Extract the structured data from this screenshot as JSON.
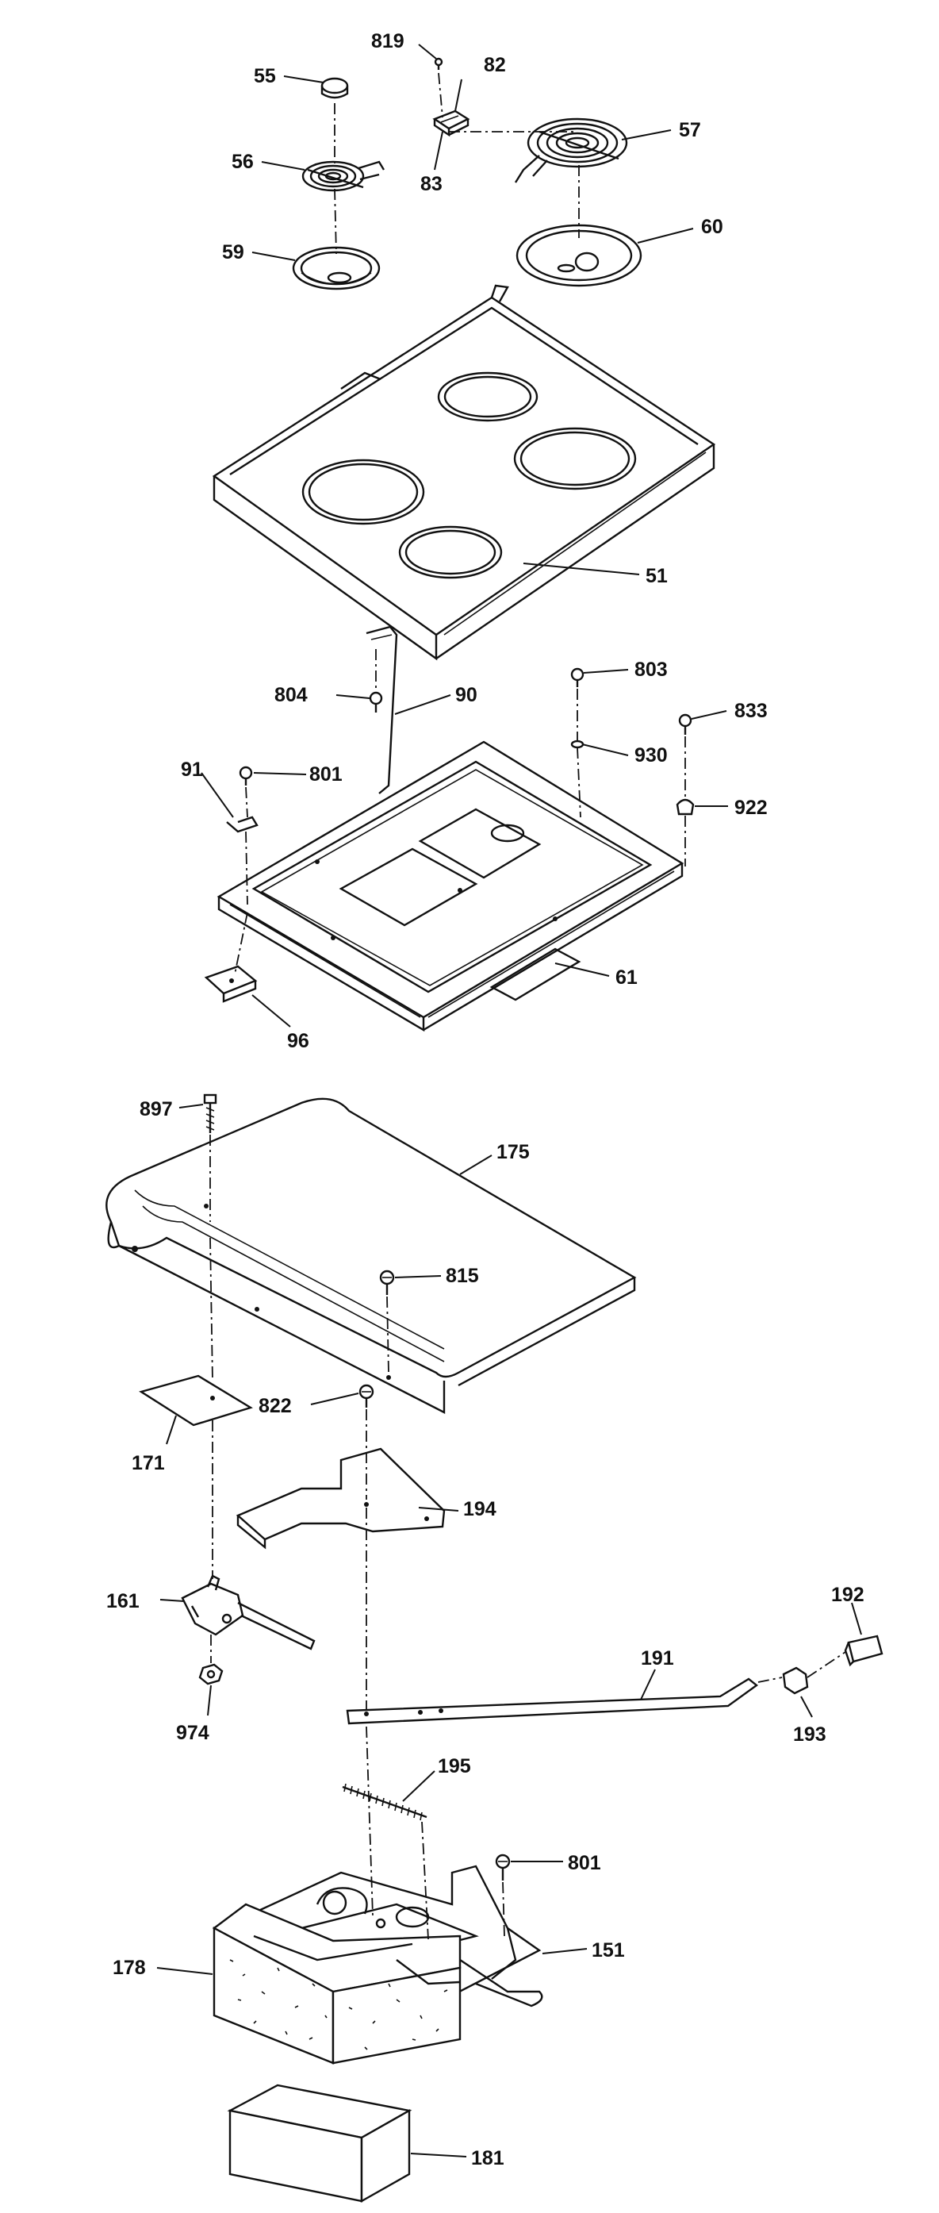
{
  "part_labels": {
    "p819": "819",
    "p55": "55",
    "p82": "82",
    "p56": "56",
    "p57": "57",
    "p83": "83",
    "p59": "59",
    "p60": "60",
    "p51": "51",
    "p803": "803",
    "p804": "804",
    "p90": "90",
    "p833": "833",
    "p930": "930",
    "p91": "91",
    "p801a": "801",
    "p922": "922",
    "p61": "61",
    "p96": "96",
    "p897": "897",
    "p175": "175",
    "p815": "815",
    "p171": "171",
    "p822": "822",
    "p194": "194",
    "p161": "161",
    "p192": "192",
    "p191": "191",
    "p974": "974",
    "p193": "193",
    "p195": "195",
    "p801b": "801",
    "p151": "151",
    "p178": "178",
    "p181": "181"
  }
}
